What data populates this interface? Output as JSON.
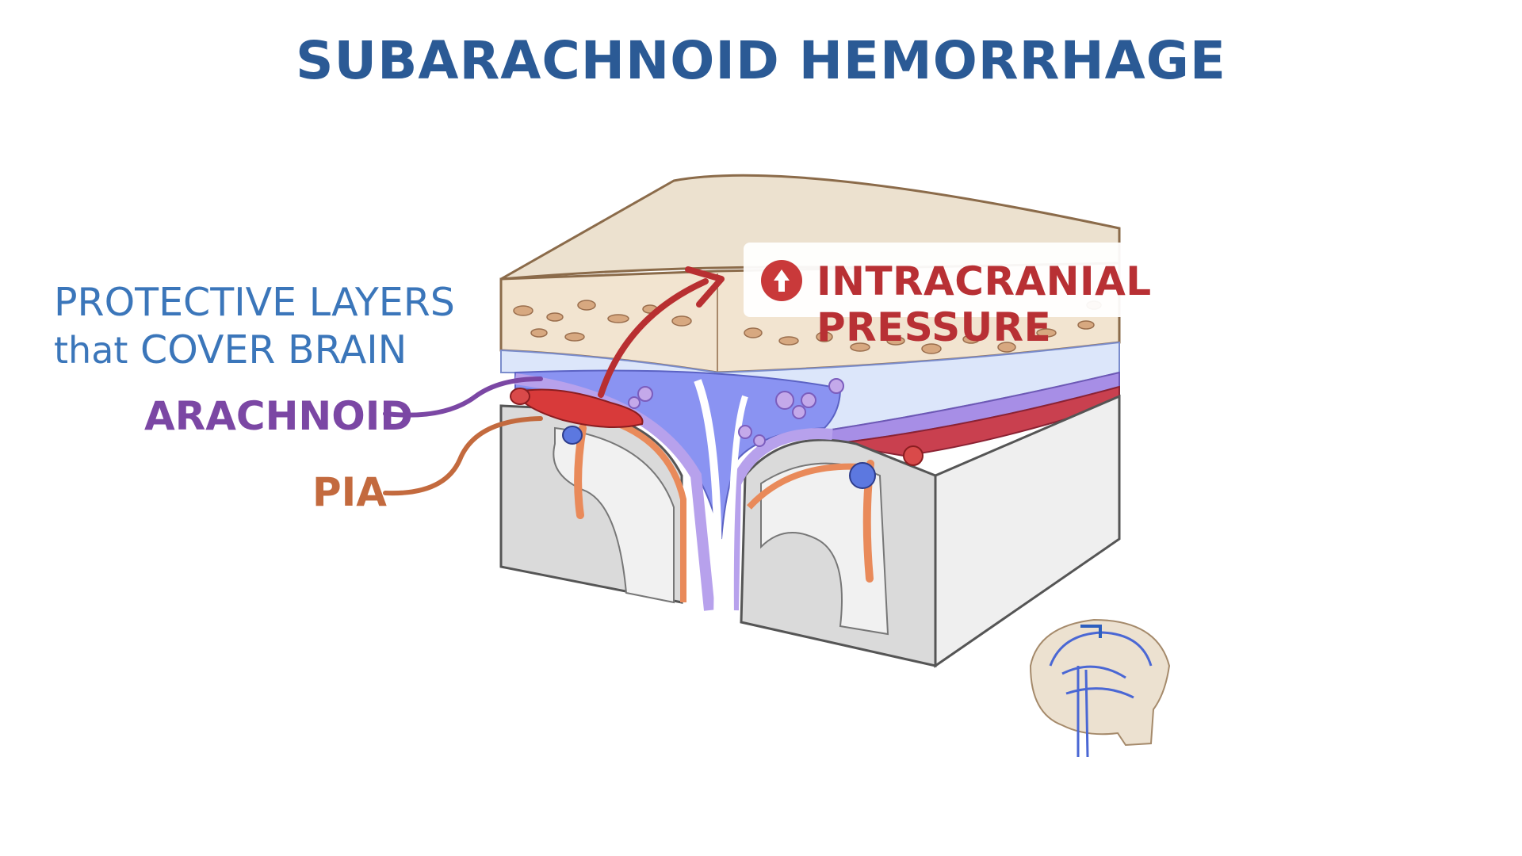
{
  "title": "SUBARACHNOID HEMORRHAGE",
  "labels": {
    "protective_line1": "PROTECTIVE LAYERS",
    "protective_line2_small": "that",
    "protective_line2_rest": "COVER BRAIN",
    "arachnoid": "ARACHNOID",
    "pia": "PIA",
    "pressure": "INTRACRANIAL PRESSURE"
  },
  "icons": {
    "pressure_indicator": "up-arrow-icon",
    "thumbnail": "skull-brain-thumbnail"
  },
  "colors": {
    "title": "#2b5a95",
    "protective": "#3b76ba",
    "arachnoid": "#7b47a4",
    "pia": "#c36a3e",
    "pressure": "#b83034",
    "blood": "#d83a3a",
    "csf": "#8a93f2"
  }
}
